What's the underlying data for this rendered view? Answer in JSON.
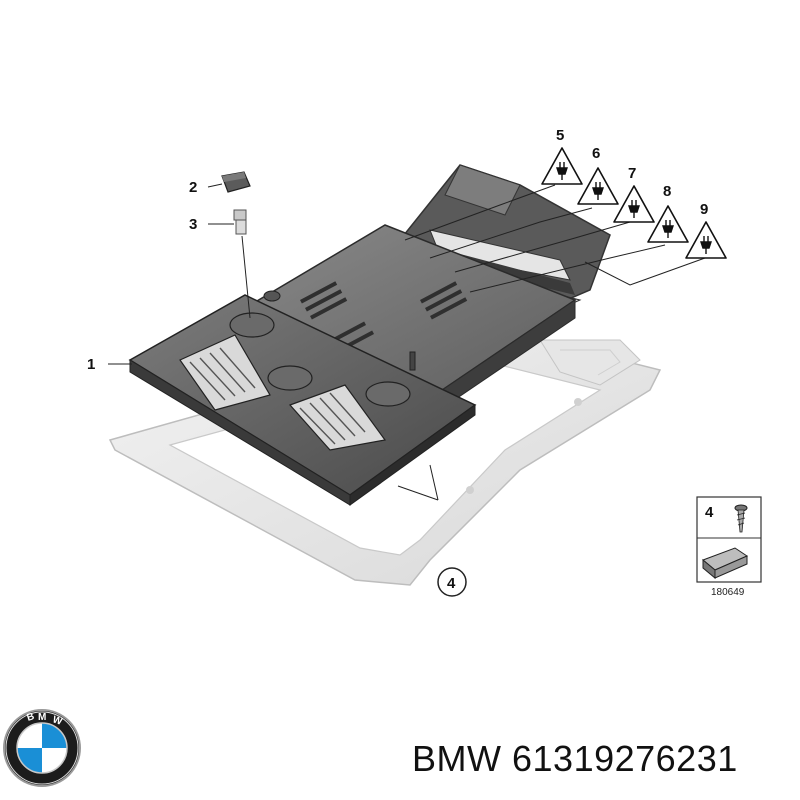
{
  "diagram": {
    "callouts": [
      {
        "id": "c1",
        "text": "1"
      },
      {
        "id": "c2",
        "text": "2"
      },
      {
        "id": "c3",
        "text": "3"
      },
      {
        "id": "c4",
        "text": "4"
      },
      {
        "id": "c5",
        "text": "5"
      },
      {
        "id": "c6",
        "text": "6"
      },
      {
        "id": "c7",
        "text": "7"
      },
      {
        "id": "c8",
        "text": "8"
      },
      {
        "id": "c9",
        "text": "9"
      }
    ],
    "legend_box": {
      "part_number": "4",
      "ref_code": "180649"
    }
  },
  "footer": {
    "brand": "BMW",
    "part_number": "61319276231",
    "logo_icon": "bmw-roundel-icon",
    "accent_blue": "#1a8fd6"
  }
}
